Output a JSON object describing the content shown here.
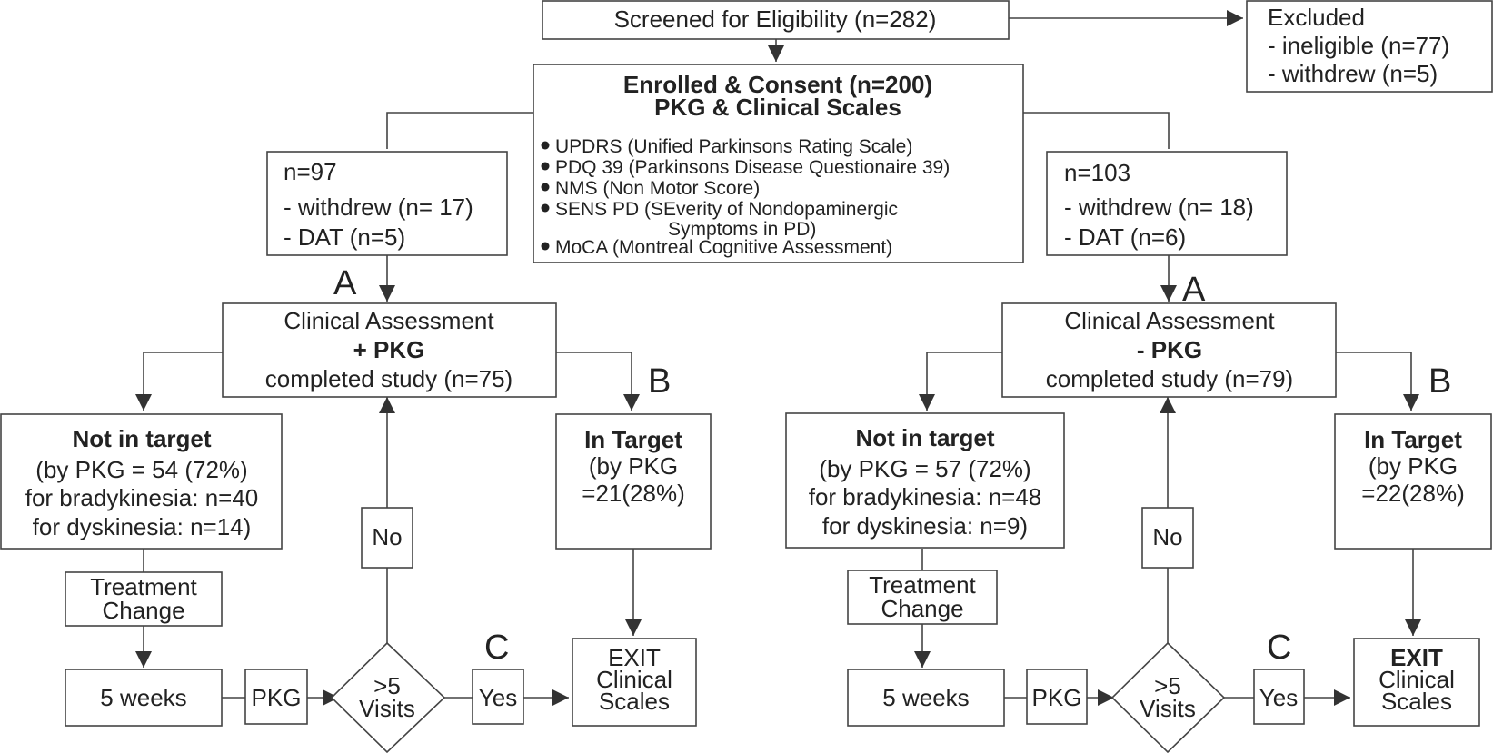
{
  "screened": {
    "label": "Screened for Eligibility (n=282)"
  },
  "excluded": {
    "title": "Excluded",
    "ineligible": "- ineligible (n=77)",
    "withdrew": "- withdrew (n=5)"
  },
  "enrolled": {
    "title_line1": "Enrolled & Consent (n=200)",
    "title_line2": "PKG & Clinical Scales",
    "scales": [
      "UPDRS (Unified Parkinsons Rating Scale)",
      "PDQ 39 (Parkinsons Disease Questionaire 39)",
      "NMS (Non Motor Score)",
      "SENS PD (SEverity of Nondopaminergic",
      "Symptoms in PD)",
      "MoCA (Montreal Cognitive Assessment)"
    ]
  },
  "left": {
    "arm": {
      "n": "n=97",
      "withdrew": "- withdrew (n= 17)",
      "dat": "- DAT (n=5)"
    },
    "label_a": "A",
    "label_b": "B",
    "label_c": "C",
    "assessment": {
      "line1": "Clinical Assessment",
      "line2": "+ PKG",
      "line3": "completed study (n=75)"
    },
    "not_target": {
      "title": "Not in target",
      "line1": "(by PKG = 54 (72%)",
      "line2": "for bradykinesia: n=40",
      "line3": "for dyskinesia: n=14)"
    },
    "in_target": {
      "title": "In Target",
      "line1": "(by PKG",
      "line2": "=21(28%)"
    },
    "treatment": {
      "line1": "Treatment",
      "line2": "Change"
    },
    "weeks": "5 weeks",
    "pkg": "PKG",
    "decision": {
      "line1": ">5",
      "line2": "Visits"
    },
    "yes": "Yes",
    "no": "No",
    "exit": {
      "line1": "EXIT",
      "line2": "Clinical",
      "line3": "Scales"
    }
  },
  "right": {
    "arm": {
      "n": "n=103",
      "withdrew": "- withdrew (n= 18)",
      "dat": "- DAT (n=6)"
    },
    "label_a": "A",
    "label_b": "B",
    "label_c": "C",
    "assessment": {
      "line1": "Clinical Assessment",
      "line2": "- PKG",
      "line3": "completed study (n=79)"
    },
    "not_target": {
      "title": "Not in target",
      "line1": "(by PKG = 57 (72%)",
      "line2": "for bradykinesia: n=48",
      "line3": "for dyskinesia: n=9)"
    },
    "in_target": {
      "title": "In Target",
      "line1": "(by PKG",
      "line2": "=22(28%)"
    },
    "treatment": {
      "line1": "Treatment",
      "line2": "Change"
    },
    "weeks": "5 weeks",
    "pkg": "PKG",
    "decision": {
      "line1": ">5",
      "line2": "Visits"
    },
    "yes": "Yes",
    "no": "No",
    "exit": {
      "line1": "EXIT",
      "line2": "Clinical",
      "line3": "Scales"
    }
  }
}
